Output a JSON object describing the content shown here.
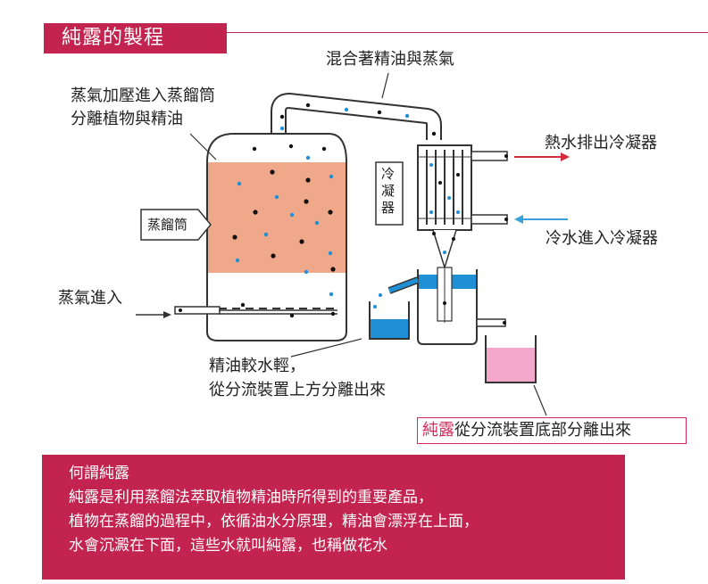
{
  "header": {
    "title": "純露的製程"
  },
  "labels": {
    "mixed_vapor": "混合著精油與蒸氣",
    "steam_pressure_line1": "蒸氣加壓進入蒸餾筒",
    "steam_pressure_line2": "分離植物與精油",
    "hot_water_out": "熱水排出冷凝器",
    "cold_water_in": "冷水進入冷凝器",
    "still_tag": "蒸餾筒",
    "condenser_tag": "冷凝器",
    "steam_in": "蒸氣進入",
    "oil_line1": "精油較水輕，",
    "oil_line2": "從分流裝置上方分離出來",
    "hydrosol_word": "純露",
    "hydrosol_rest": "從分流裝置底部分離出來"
  },
  "info": {
    "heading": "何謂純露",
    "lines": [
      "純露是利用蒸餾法萃取植物精油時所得到的重要產品，",
      "植物在蒸餾的過程中，依循油水分原理，精油會漂浮在上面，",
      "水會沉澱在下面，這些水就叫純露，也稱做花水"
    ]
  },
  "colors": {
    "accent": "#c3234f",
    "plant_material": "#f0a88a",
    "hot_arrow": "#d32d3c",
    "cold_arrow": "#3aa0d8",
    "oil_water": "#1f8fd6",
    "hydrosol": "#f3a8cb"
  },
  "icons": [
    "steam-inlet-arrow",
    "hot-water-arrow",
    "cold-water-arrow"
  ]
}
